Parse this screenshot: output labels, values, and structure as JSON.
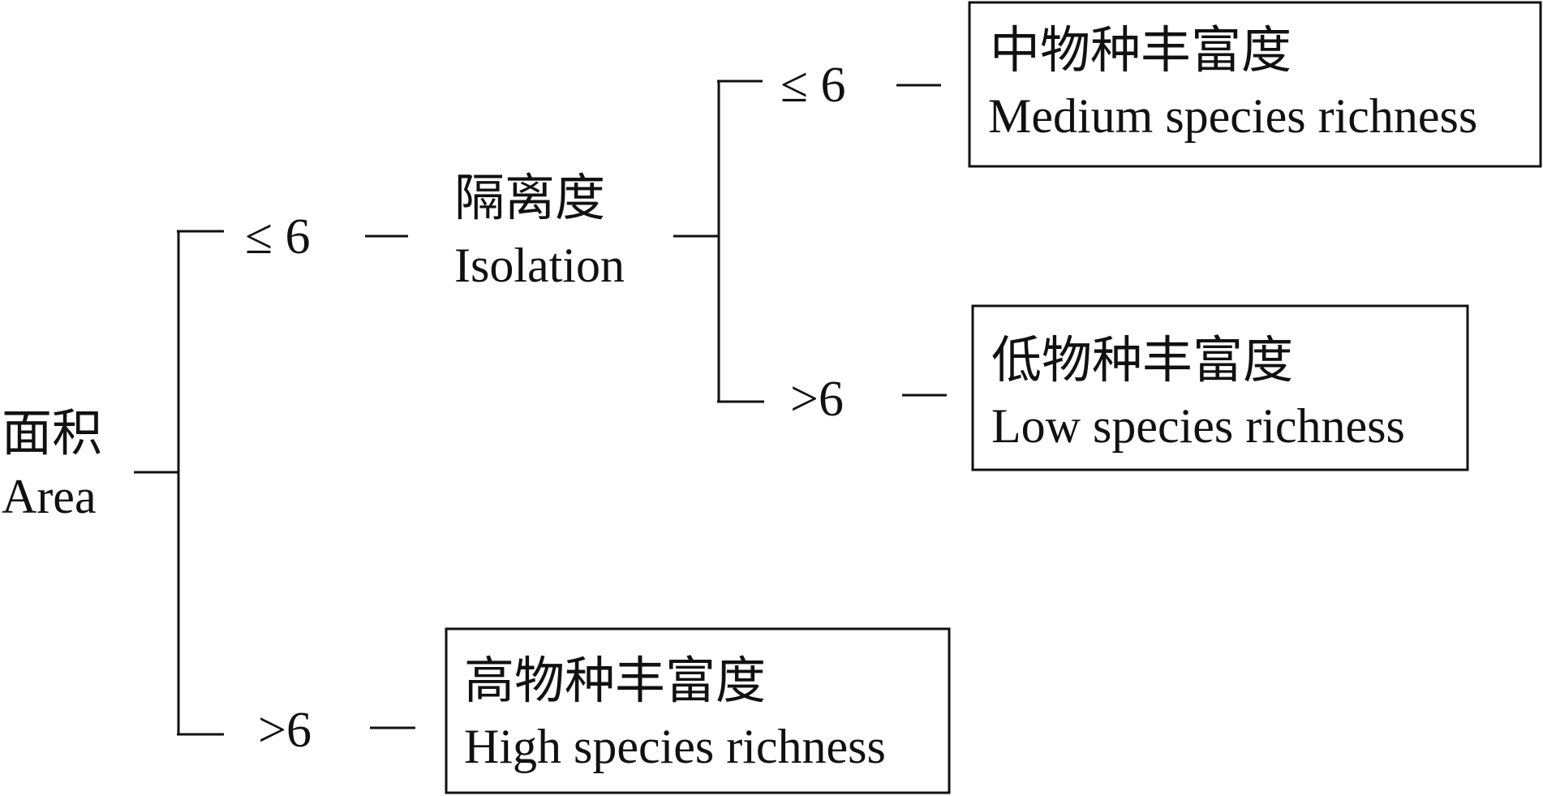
{
  "root": {
    "label_zh": "面积",
    "label_en": "Area"
  },
  "root_branches": {
    "le": "≤ 6",
    "gt": ">6"
  },
  "isolation": {
    "label_zh": "隔离度",
    "label_en": "Isolation"
  },
  "isolation_branches": {
    "le": "≤ 6",
    "gt": ">6"
  },
  "leaves": {
    "medium": {
      "zh": "中物种丰富度",
      "en": "Medium species richness"
    },
    "low": {
      "zh": "低物种丰富度",
      "en": "Low species richness"
    },
    "high": {
      "zh": "高物种丰富度",
      "en": "High species richness"
    }
  }
}
